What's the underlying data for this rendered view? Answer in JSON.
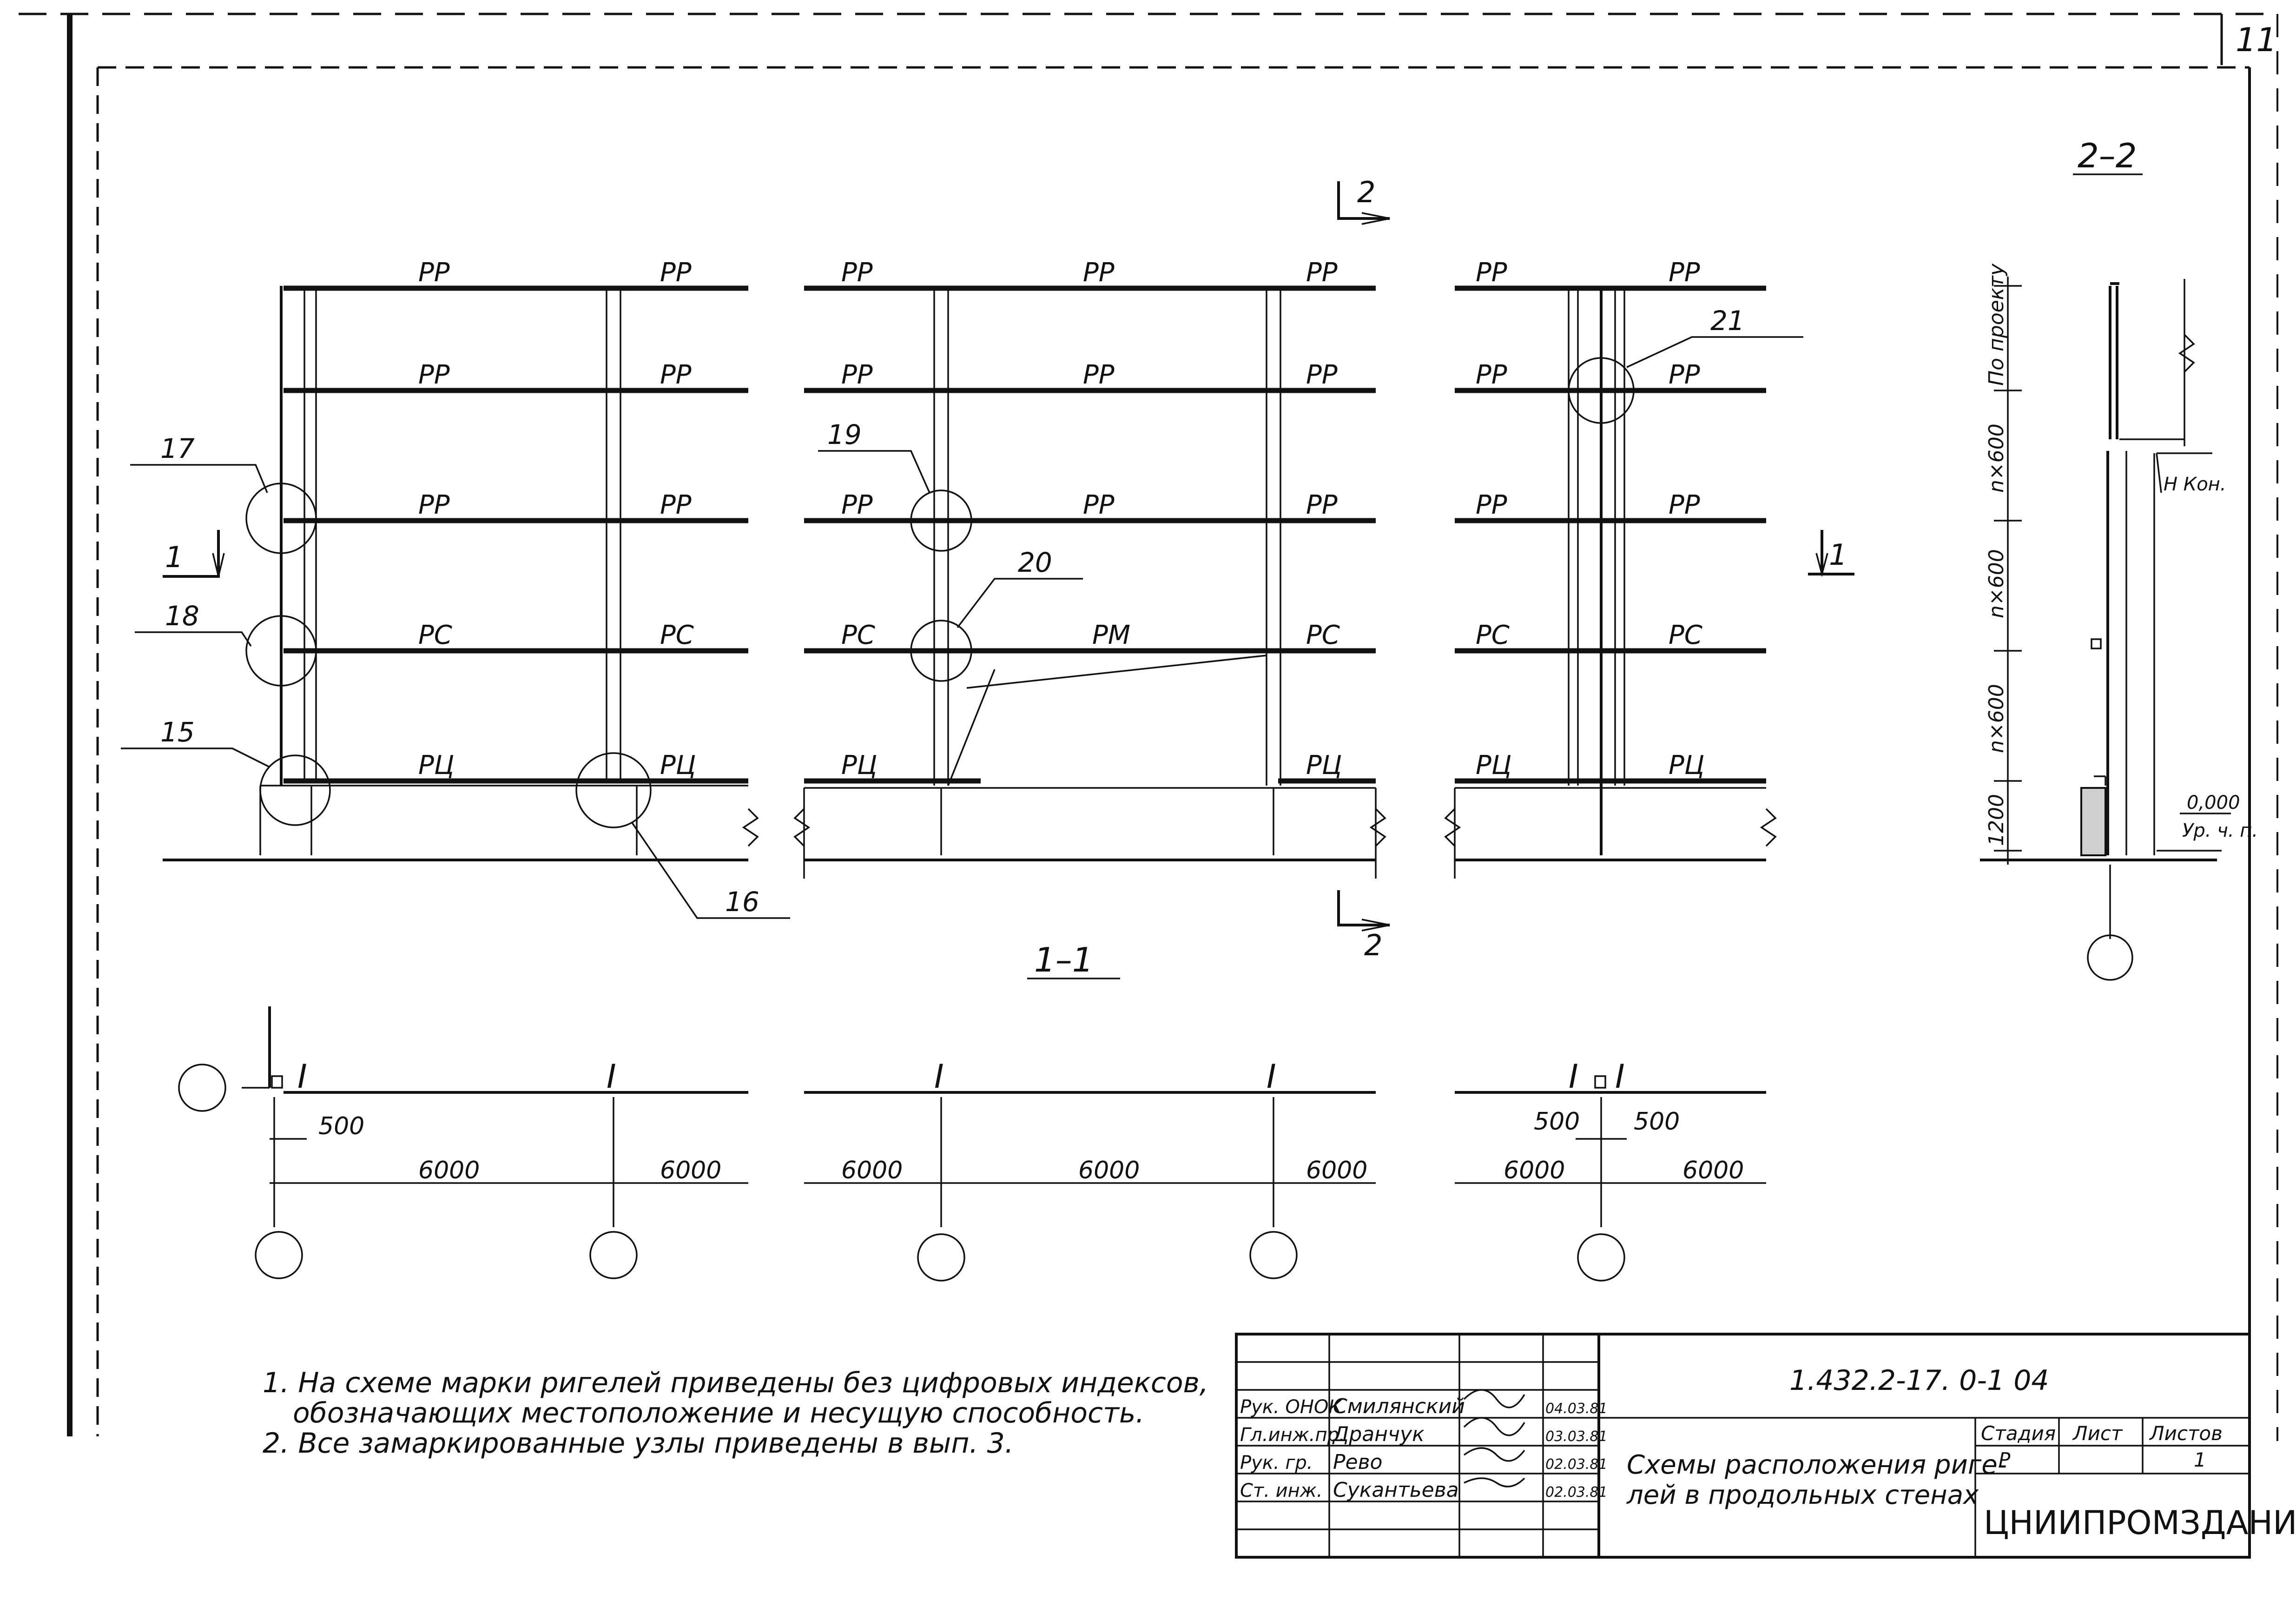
{
  "sheet_number": "11",
  "section_marks": {
    "cut_2_top": "2",
    "cut_2_bottom": "2",
    "cut_1_left": "1",
    "cut_1_right": "1"
  },
  "elevation_labels": {
    "left": {
      "row1": [
        "РР",
        "РР"
      ],
      "row2": [
        "РР",
        "РР"
      ],
      "row3": [
        "РР",
        "РР"
      ],
      "row4": [
        "РС",
        "РС"
      ],
      "row5": [
        "РЦ",
        "РЦ"
      ]
    },
    "middle": {
      "row1": [
        "РР",
        "РР",
        "РР"
      ],
      "row2": [
        "РР",
        "РР",
        "РР"
      ],
      "row3": [
        "РР",
        "РР",
        "РР"
      ],
      "row4": [
        "РС",
        "РМ",
        "РС"
      ],
      "row5": [
        "РЦ",
        "РЦ"
      ]
    },
    "right": {
      "row1": [
        "РР",
        "РР"
      ],
      "row2": [
        "РР",
        "РР"
      ],
      "row3": [
        "РР",
        "РР"
      ],
      "row4": [
        "РС",
        "РС"
      ],
      "row5": [
        "РЦ",
        "РЦ"
      ]
    }
  },
  "node_callouts": [
    "17",
    "18",
    "15",
    "16",
    "19",
    "20",
    "21"
  ],
  "section_titles": {
    "elevation": "1–1",
    "side": "2–2"
  },
  "plan_dims": {
    "left": [
      "500",
      "6000",
      "6000"
    ],
    "middle": [
      "6000",
      "6000",
      "6000"
    ],
    "right": [
      "500",
      "500",
      "6000",
      "6000"
    ]
  },
  "side_section": {
    "dims": [
      "По проекту",
      "n×600",
      "n×600",
      "n×600",
      "1200"
    ],
    "level_top": "Н Кон.",
    "level_bottom": "0,000",
    "level_bottom_note": "Ур. ч. п."
  },
  "notes": [
    "1.  На схеме марки ригелей приведены без цифровых индексов,",
    "обозначающих местоположение и несущую способность.",
    "2. Все замаркированные узлы приведены в вып. 3."
  ],
  "title_block": {
    "doc_code": "1.432.2-17. 0-1 04",
    "title_line1": "Схемы расположения риге-",
    "title_line2": "лей в продольных стенах",
    "org": "ЦНИИПРОМЗДАНИЙ",
    "col_headers": [
      "Стадия",
      "Лист",
      "Листов"
    ],
    "col_values": [
      "Р",
      "",
      "1"
    ],
    "staff": [
      {
        "role": "Рук. ОНОК",
        "name": "Смилянский",
        "date": "04.03.81"
      },
      {
        "role": "Гл.инж.пр.",
        "name": "Дранчук",
        "date": "03.03.81"
      },
      {
        "role": "Рук. гр.",
        "name": "Рево",
        "date": "02.03.81"
      },
      {
        "role": "Ст. инж.",
        "name": "Сукантьева",
        "date": "02.03.81"
      }
    ]
  }
}
